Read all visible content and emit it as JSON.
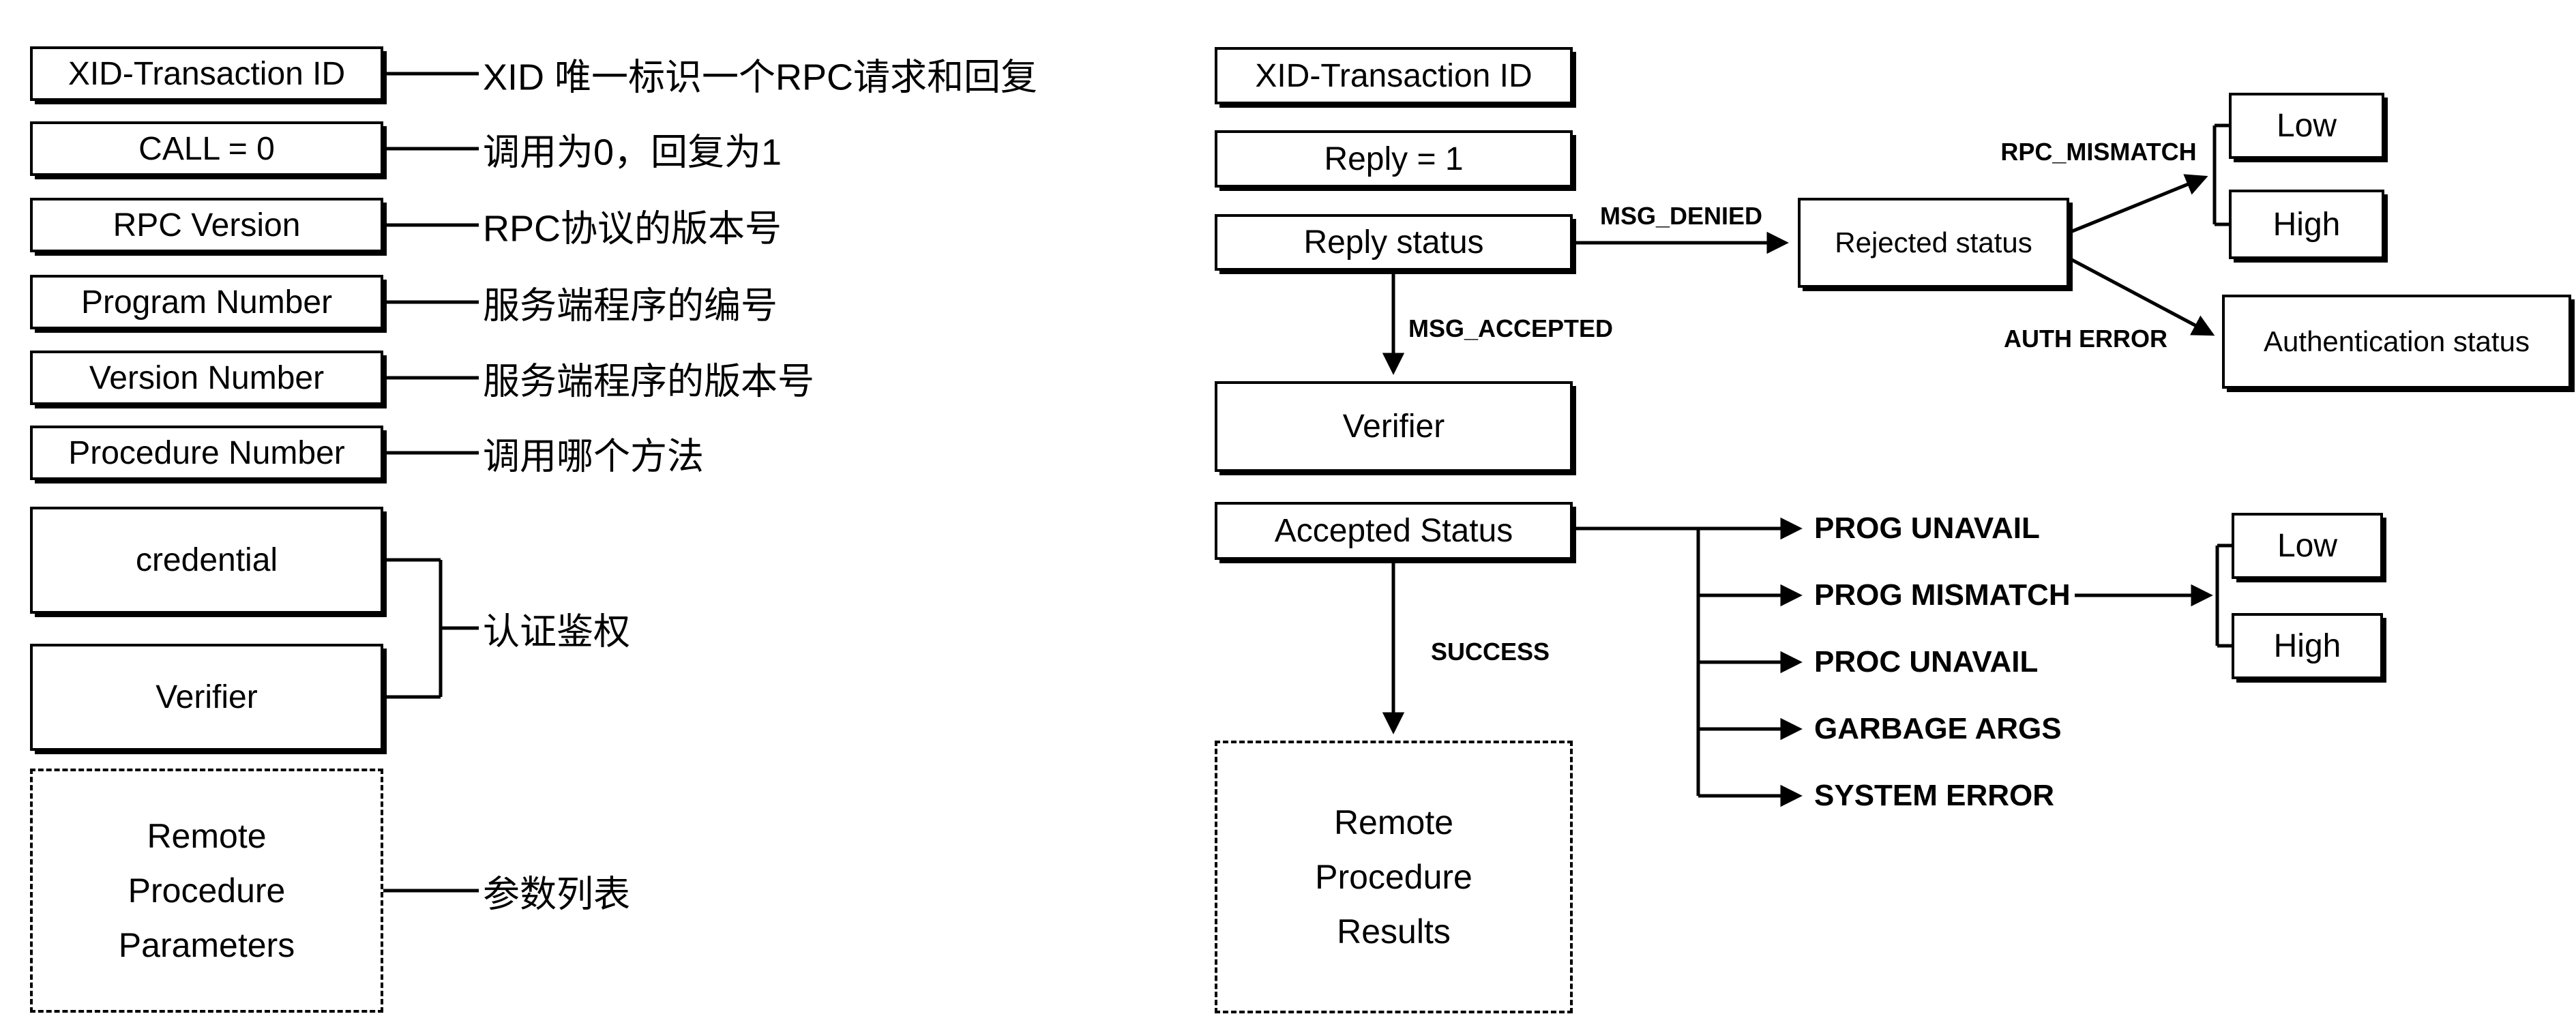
{
  "diagram": {
    "call": {
      "fields": [
        {
          "label": "XID-Transaction ID",
          "annotation": "XID 唯一标识一个RPC请求和回复"
        },
        {
          "label": "CALL = 0",
          "annotation": "调用为0，回复为1"
        },
        {
          "label": "RPC Version",
          "annotation": "RPC协议的版本号"
        },
        {
          "label": "Program Number",
          "annotation": "服务端程序的编号"
        },
        {
          "label": "Version Number",
          "annotation": "服务端程序的版本号"
        },
        {
          "label": "Procedure Number",
          "annotation": "调用哪个方法"
        }
      ],
      "credential": "credential",
      "verifier": "Verifier",
      "auth_annotation": "认证鉴权",
      "params": {
        "line1": "Remote",
        "line2": "Procedure",
        "line3": "Parameters"
      },
      "params_annotation": "参数列表"
    },
    "reply": {
      "xid": "XID-Transaction ID",
      "reply": "Reply = 1",
      "reply_status": "Reply status",
      "verifier": "Verifier",
      "accepted_status": "Accepted Status",
      "rejected_status": "Rejected status",
      "authentication_status": "Authentication status",
      "results": {
        "line1": "Remote",
        "line2": "Procedure",
        "line3": "Results"
      },
      "labels": {
        "msg_denied": "MSG_DENIED",
        "msg_accepted": "MSG_ACCEPTED",
        "rpc_mismatch": "RPC_MISMATCH",
        "auth_error": "AUTH ERROR",
        "success": "SUCCESS"
      },
      "rejected_low": "Low",
      "rejected_high": "High",
      "mismatch_low": "Low",
      "mismatch_high": "High",
      "accepted_statuses": [
        "PROG UNAVAIL",
        "PROG MISMATCH",
        "PROC UNAVAIL",
        "GARBAGE ARGS",
        "SYSTEM ERROR"
      ]
    },
    "colors": {
      "line": "#000000",
      "box_border": "#000000",
      "background": "#ffffff",
      "text": "#000000"
    }
  }
}
